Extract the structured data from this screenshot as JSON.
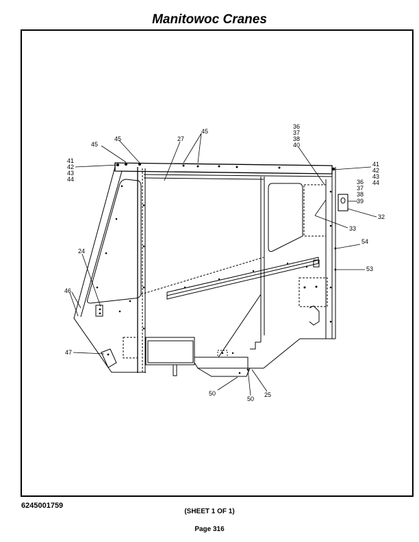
{
  "header": {
    "title": "Manitowoc Cranes"
  },
  "drawing": {
    "callouts": {
      "c41a": "41",
      "c42a": "42",
      "c43a": "43",
      "c44a": "44",
      "c45a": "45",
      "c45b": "45",
      "c45c": "45",
      "c27": "27",
      "c36a": "36",
      "c37a": "37",
      "c38a": "38",
      "c40": "40",
      "c41b": "41",
      "c42b": "42",
      "c43b": "43",
      "c44b": "44",
      "c36b": "36",
      "c37b": "37",
      "c38b": "38",
      "c39": "39",
      "c32": "32",
      "c33": "33",
      "c54": "54",
      "c53": "53",
      "c24": "24",
      "c46": "46",
      "c47": "47",
      "c50a": "50",
      "c50b": "50",
      "c25": "25"
    }
  },
  "footer": {
    "doc_number": "6245001759",
    "sheet": "(SHEET 1 OF 1)",
    "page": "Page 316"
  }
}
